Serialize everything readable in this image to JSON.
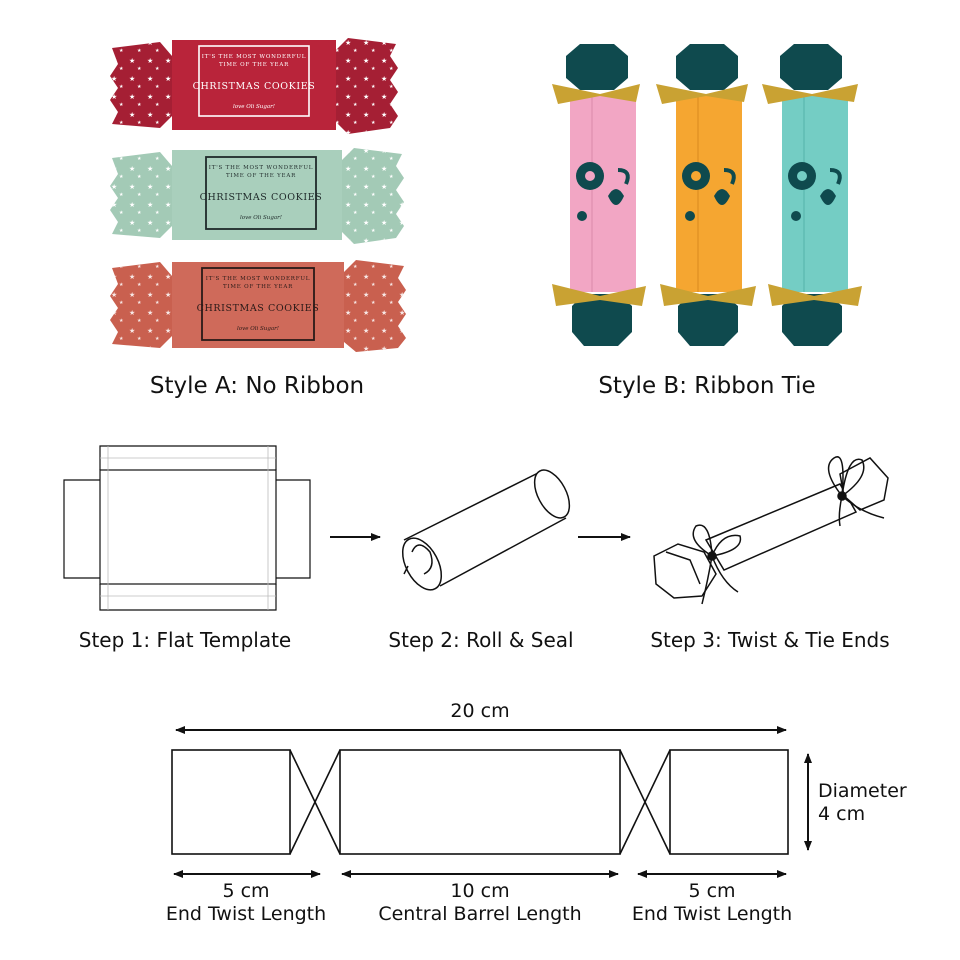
{
  "photos": {
    "style_a": {
      "caption": "Style A: No Ribbon",
      "label_lines": [
        "IT'S THE MOST WONDERFUL",
        "TIME OF THE YEAR",
        "CHRISTMAS COOKIES",
        "love Oli Sugar!"
      ],
      "crackers": [
        {
          "body": "#b9243a",
          "end": "#a51f34",
          "accent": "#ffffff"
        },
        {
          "body": "#a9cfbc",
          "end": "#a3cab6",
          "accent": "#1f2a2a"
        },
        {
          "body": "#cf6a5a",
          "end": "#c9604f",
          "accent": "#2a1a18"
        }
      ]
    },
    "style_b": {
      "caption": "Style B: Ribbon Tie",
      "crackers": [
        {
          "body": "#f2a6c4",
          "cap": "#0f4a4e",
          "ribbon": "#c9a233"
        },
        {
          "body": "#f5a631",
          "cap": "#0f4a4e",
          "ribbon": "#c9a233"
        },
        {
          "body": "#74cdc4",
          "cap": "#0f4a4e",
          "ribbon": "#c9a233"
        }
      ]
    }
  },
  "steps": [
    {
      "label": "Step 1: Flat Template"
    },
    {
      "label": "Step 2: Roll & Seal"
    },
    {
      "label": "Step 3: Twist & Tie Ends"
    }
  ],
  "dimensions": {
    "total_length": "20 cm",
    "diameter_label": "Diameter",
    "diameter_value": "4 cm",
    "left_end_value": "5 cm",
    "left_end_label": "End Twist Length",
    "barrel_value": "10 cm",
    "barrel_label": "Central Barrel Length",
    "right_end_value": "5 cm",
    "right_end_label": "End Twist Length"
  }
}
